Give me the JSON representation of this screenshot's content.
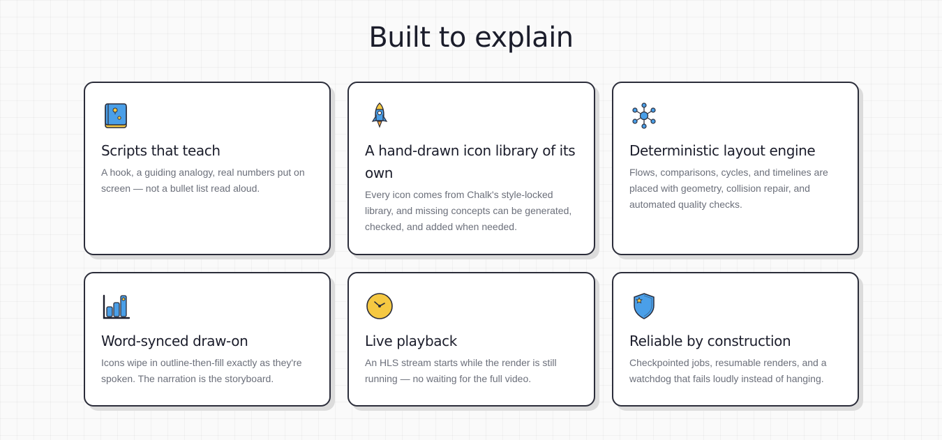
{
  "section": {
    "title": "Built to explain"
  },
  "features": [
    {
      "icon": "book-icon",
      "title": "Scripts that teach",
      "description": "A hook, a guiding analogy, real numbers put on screen — not a bullet list read aloud."
    },
    {
      "icon": "rocket-icon",
      "title": "A hand-drawn icon library of its own",
      "description": "Every icon comes from Chalk's style-locked library, and missing concepts can be generated, checked, and added when needed."
    },
    {
      "icon": "network-icon",
      "title": "Deterministic layout engine",
      "description": "Flows, comparisons, cycles, and timelines are placed with geometry, collision repair, and automated quality checks."
    },
    {
      "icon": "bar-chart-icon",
      "title": "Word-synced draw-on",
      "description": "Icons wipe in outline-then-fill exactly as they're spoken. The narration is the storyboard."
    },
    {
      "icon": "clock-icon",
      "title": "Live playback",
      "description": "An HLS stream starts while the render is still running — no waiting for the full video."
    },
    {
      "icon": "shield-icon",
      "title": "Reliable by construction",
      "description": "Checkpointed jobs, resumable renders, and a watchdog that fails loudly instead of hanging."
    }
  ],
  "colors": {
    "border": "#2b2d3a",
    "icon_blue": "#4a9fe8",
    "icon_yellow": "#f5c842",
    "text_muted": "#6b6f7a"
  }
}
